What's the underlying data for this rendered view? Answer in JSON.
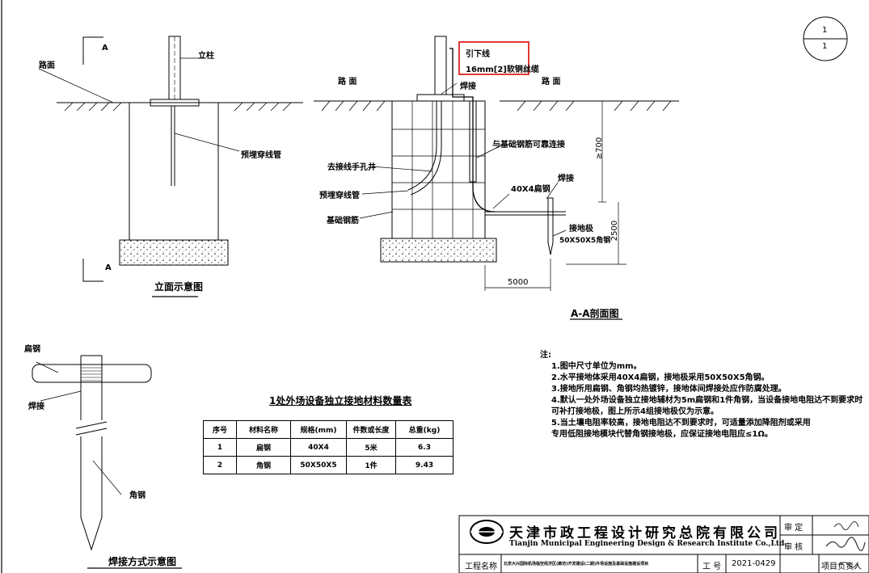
{
  "sheet": {
    "number_top": "1",
    "number_bottom": "1"
  },
  "elevation": {
    "title": "立面示意图",
    "section_mark": "A",
    "labels": {
      "road": "路面",
      "column": "立柱",
      "conduit": "预埋穿线管"
    }
  },
  "section": {
    "title": "A-A剖面图",
    "labels": {
      "down_lead": "引下线",
      "cable": "16mm[2]软铜丝缆",
      "weld": "焊接",
      "road": "路  面",
      "road2": "路  面",
      "rebar_conn": "与基础钢筋可靠连接",
      "handhole": "去接线手孔井",
      "conduit": "预埋穿线管",
      "rebar": "基础钢筋",
      "flat_steel": "40X4扁钢",
      "weld2": "焊接",
      "plate": "接地极",
      "plate_spec": "50X50X5角钢"
    },
    "dims": {
      "depth": "≥700",
      "height": "2500",
      "length": "5000"
    }
  },
  "weld_detail": {
    "title": "焊接方式示意图",
    "labels": {
      "flat": "扁钢",
      "weld": "焊接",
      "angle": "角钢"
    }
  },
  "table": {
    "title": "1处外场设备独立接地材料数量表",
    "headers": [
      "序号",
      "材料名称",
      "规格(mm)",
      "件数或长度",
      "总重(kg)"
    ],
    "rows": [
      [
        "1",
        "扁钢",
        "40X4",
        "5米",
        "6.3"
      ],
      [
        "2",
        "角钢",
        "50X50X5",
        "1件",
        "9.43"
      ]
    ]
  },
  "notes": {
    "heading": "注:",
    "items": [
      "1.图中尺寸单位为mm。",
      "2.水平接地体采用40X4扁钢，接地极采用50X50X5角钢。",
      "3.接地所用扁钢、角钢均热镀锌，接地体间焊接处应作防腐处理。",
      "4.默认一处外场设备独立接地辅材为5m扁钢和1件角钢，当设备接地电阻达不到要求时",
      "  可补打接地极，图上所示4组接地极仅为示意。",
      "5.当土壤电阻率较高，接地电阻达不到要求时，可适量添加降阻剂或采用",
      "  专用低阻接地模块代替角钢接地极，应保证接地电阻应≤1Ω。"
    ]
  },
  "titleblock": {
    "company_cn": "天津市政工程设计研究总院有限公司",
    "company_en": "Tianjin Municipal Engineering Design & Research Institute Co.,Ltd.",
    "check1": "审  定",
    "check2": "审  核",
    "project_label": "工程名称",
    "project_name": "北京大兴国际机场临空经济区(廊坊)开发建设(二期)外场设施及基础设施建设项目",
    "job_label": "工  号",
    "job_no": "2021-0429",
    "leader_label": "项目负责人"
  }
}
